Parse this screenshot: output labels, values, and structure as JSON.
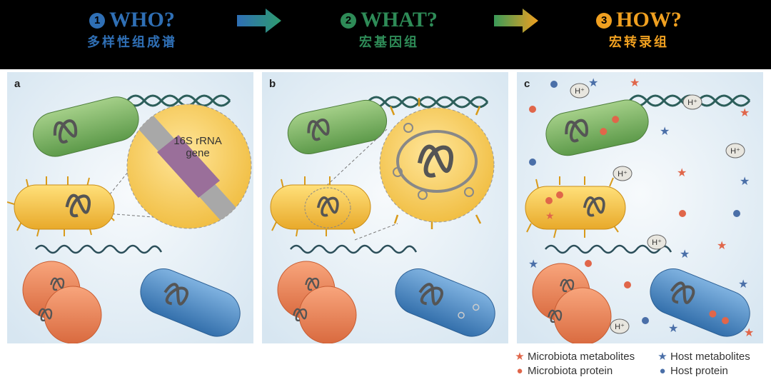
{
  "steps": [
    {
      "num": "1",
      "title": "WHO?",
      "subtitle": "多样性组成谱",
      "color": "#2f6fb5",
      "num_bg": "#2f6fb5"
    },
    {
      "num": "2",
      "title": "WHAT?",
      "subtitle": "宏基因组",
      "color": "#2e8b57",
      "num_bg": "#2e8b57"
    },
    {
      "num": "3",
      "title": "HOW?",
      "subtitle": "宏转录组",
      "color": "#f0a020",
      "num_bg": "#f0a020"
    }
  ],
  "panels": [
    {
      "label": "a",
      "zoom_text_line1": "16S rRNA",
      "zoom_text_line2": "gene"
    },
    {
      "label": "b"
    },
    {
      "label": "c",
      "ion_label": "H⁺"
    }
  ],
  "legend": {
    "microbiota_metabolites": "Microbiota metabolites",
    "host_metabolites": "Host metabolites",
    "microbiota_protein": "Microbiota protein",
    "host_protein": "Host protein"
  },
  "colors": {
    "green_bacterium": "#7fb069",
    "yellow_bacterium": "#f4c542",
    "orange_bacterium": "#ef8a5a",
    "blue_bacterium": "#4a8cc8",
    "panel_bg": "#e9f1f7",
    "microbiota_marker": "#e0664a",
    "host_marker": "#4a6fa8"
  }
}
